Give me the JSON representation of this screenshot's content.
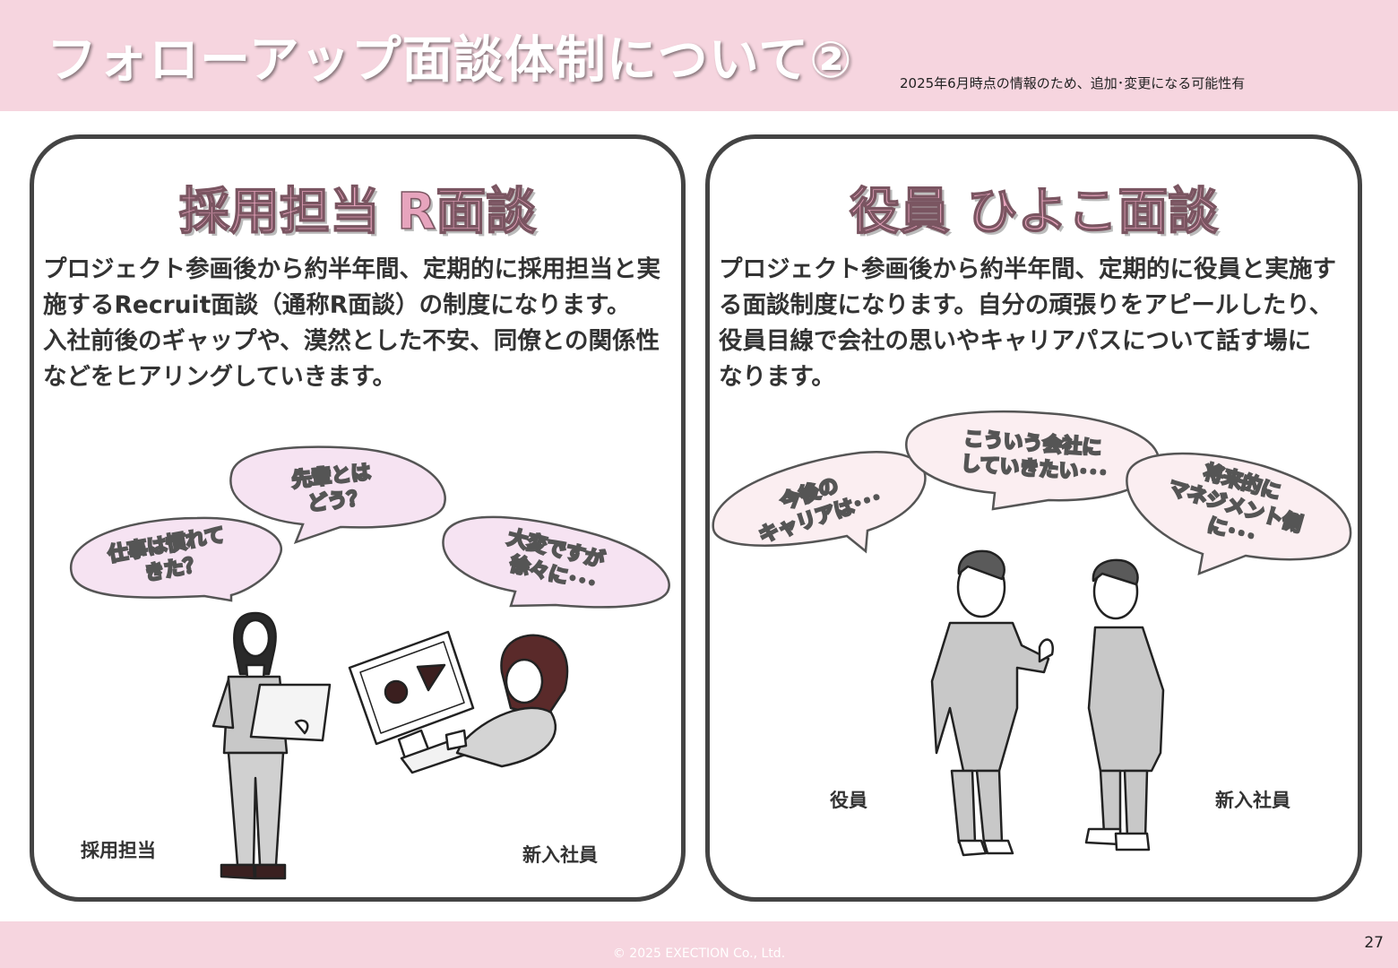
{
  "header": {
    "title": "フォローアップ面談体制について②",
    "notice": "2025年6月時点の情報のため、追加･変更になる可能性有"
  },
  "left_panel": {
    "title": "採用担当 R面談",
    "description": [
      "プロジェクト参画後から約半年間、定期的に採用担当と実",
      "施するRecruit面談（通称R面談）の制度になります。",
      "入社前後のギャップや、漠然とした不安、同僚との関係性",
      "などをヒアリングしていきます。"
    ],
    "bubbles": [
      [
        "仕事は慣れて",
        "きた？"
      ],
      [
        "先輩とは",
        "どう？"
      ],
      [
        "大変ですが",
        "徐々に･･･"
      ]
    ],
    "roles": {
      "recruiter": "採用担当",
      "new_employee": "新入社員"
    }
  },
  "right_panel": {
    "title": "役員 ひよこ面談",
    "description": [
      "プロジェクト参画後から約半年間、定期的に役員と実施す",
      "る面談制度になります。自分の頑張りをアピールしたり、",
      "役員目線で会社の思いやキャリアパスについて話す場に",
      "なります。"
    ],
    "bubbles": [
      [
        "今後の",
        "キャリアは･･･"
      ],
      [
        "こういう会社に",
        "していきたい･･･"
      ],
      [
        "将来的に",
        "マネジメント側",
        "に･･･"
      ]
    ],
    "roles": {
      "executive": "役員",
      "new_employee": "新入社員"
    }
  },
  "footer": {
    "copyright": "© 2025 EXECTION Co., Ltd.",
    "page_number": "27"
  },
  "colors": {
    "header_bg": "#f6d5df",
    "title_pink": "#e7a4bd",
    "bubble_left": "#f6e3f2",
    "bubble_right": "#fbeef1",
    "suit_gray": "#c8c8c8"
  }
}
